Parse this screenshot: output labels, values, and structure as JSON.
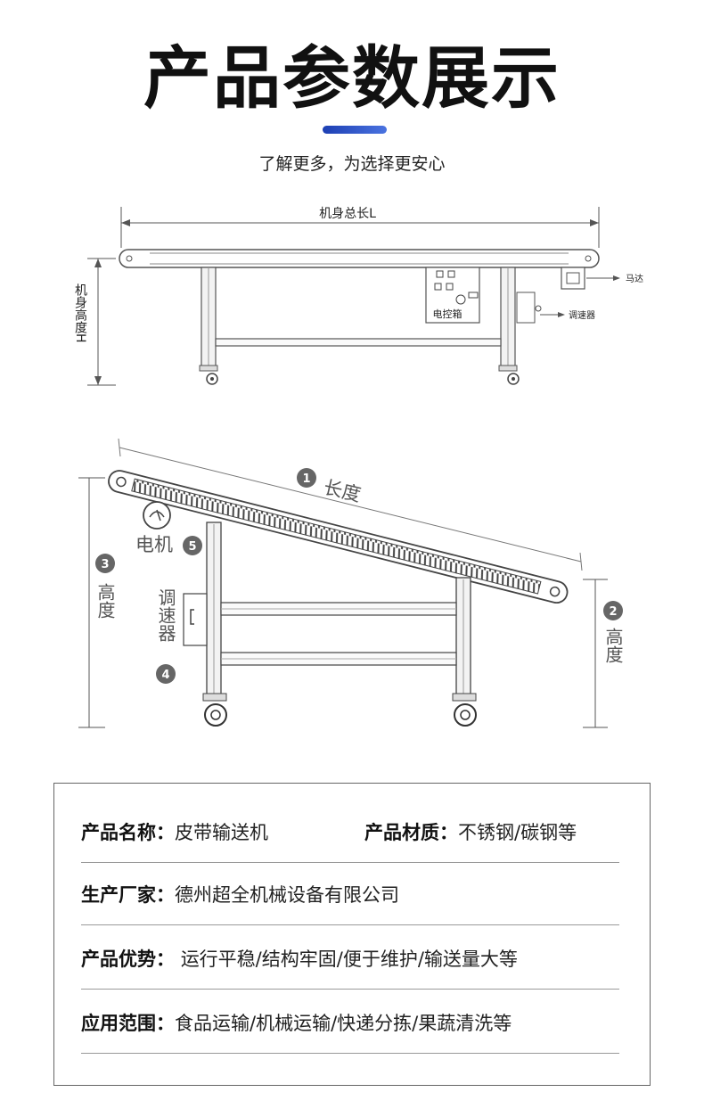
{
  "header": {
    "title": "产品参数展示",
    "subtitle": "了解更多，为选择更安心",
    "accent_color": "#2a52c9"
  },
  "diagram_top": {
    "length_label": "机身总长L",
    "height_label": "机身高度H",
    "motor_label": "马达",
    "control_box_label": "电控箱",
    "speed_controller_label": "调速器"
  },
  "diagram_incline": {
    "length_num": "1",
    "length_label": "长度",
    "high_height_num": "3",
    "high_height_label": "高度",
    "low_height_num": "2",
    "low_height_label": "高度",
    "motor_label": "电机",
    "motor_num": "5",
    "speed_controller_label": "调速器",
    "speed_controller_num": "4"
  },
  "specs": {
    "name_key": "产品名称：",
    "name_value": "皮带输送机",
    "material_key": "产品材质：",
    "material_value": "不锈钢/碳钢等",
    "maker_key": "生产厂家：",
    "maker_value": "德州超全机械设备有限公司",
    "advantage_key": "产品优势：",
    "advantage_value": "运行平稳/结构牢固/便于维护/输送量大等",
    "usage_key": "应用范围：",
    "usage_value": "食品运输/机械运输/快递分拣/果蔬清洗等"
  }
}
